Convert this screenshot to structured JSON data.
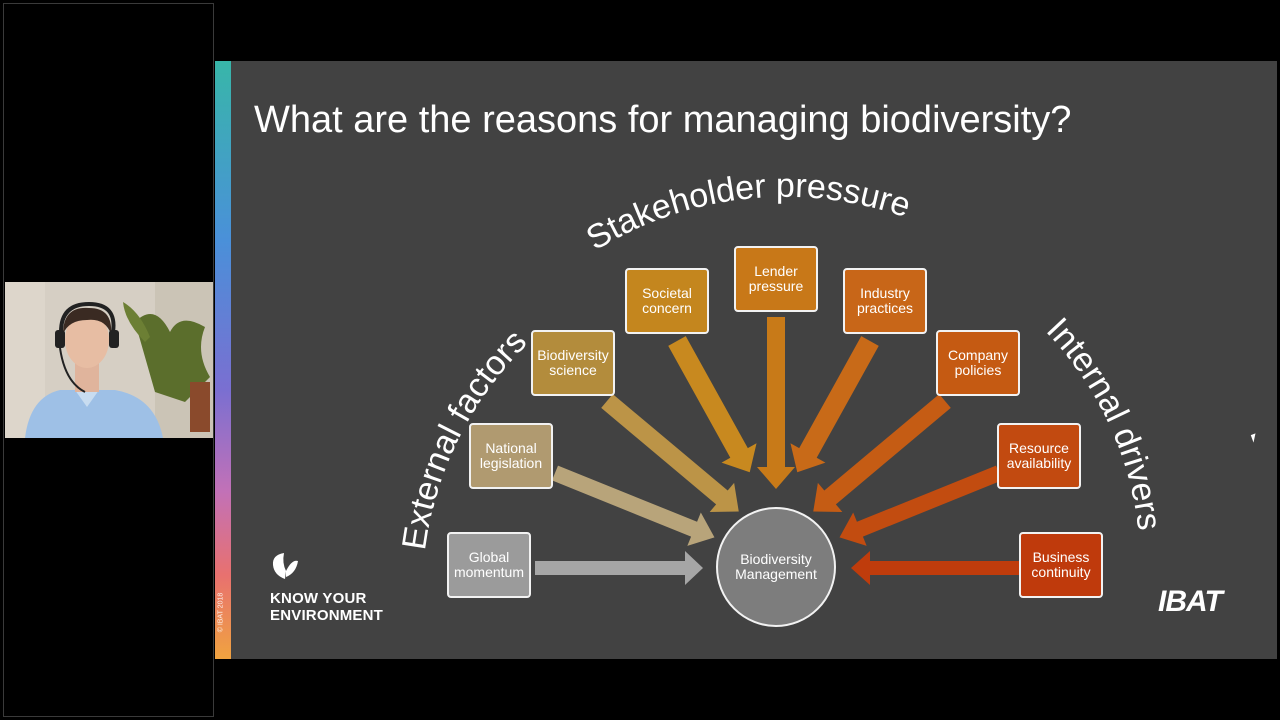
{
  "slide": {
    "title": "What are the reasons for managing biodiversity?",
    "copyright": "© IBAT 2018",
    "groups": {
      "left": "External factors",
      "top": "Stakeholder pressure",
      "right": "Internal drivers"
    },
    "center": "Biodiversity Management",
    "boxes": [
      {
        "label": "Global momentum",
        "color": "#9b9b9b"
      },
      {
        "label": "National legislation",
        "color": "#b09a70"
      },
      {
        "label": "Biodiversity science",
        "color": "#b38c3c"
      },
      {
        "label": "Societal concern",
        "color": "#c4861e"
      },
      {
        "label": "Lender pressure",
        "color": "#c87818"
      },
      {
        "label": "Industry practices",
        "color": "#c86618"
      },
      {
        "label": "Company policies",
        "color": "#c55a12"
      },
      {
        "label": "Resource availability",
        "color": "#c24a10"
      },
      {
        "label": "Business continuity",
        "color": "#bf3a0c"
      }
    ],
    "logos": {
      "left": "KNOW YOUR ENVIRONMENT",
      "right": "IBAT"
    }
  }
}
